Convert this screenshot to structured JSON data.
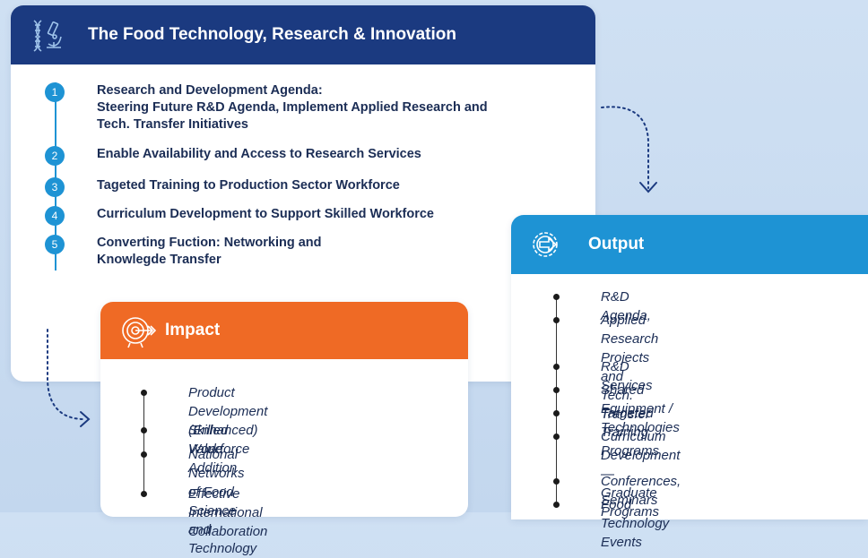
{
  "main": {
    "title": "The Food Technology, Research & Innovation",
    "icon": "dna-microscope-icon",
    "steps": [
      {
        "num": "1",
        "text": "Research and Development Agenda:\nSteering Future R&D Agenda, Implement Applied Research and\nTech. Transfer Initiatives"
      },
      {
        "num": "2",
        "text": "Enable Availability and Access to Research Services"
      },
      {
        "num": "3",
        "text": "Tageted Training to Production Sector Workforce"
      },
      {
        "num": "4",
        "text": "Curriculum Development to Support Skilled  Workforce"
      },
      {
        "num": "5",
        "text": "Converting Fuction: Networking and\nKnowlegde Transfer"
      }
    ]
  },
  "output": {
    "title": "Output",
    "icon": "gear-arrow-icon",
    "items": [
      "R&D Agenda,",
      "Applied Research Projects\nand Tech. Transfer",
      "R&D Services",
      "Shared Equipment / Technologies",
      "Targeted Training Programs",
      "Curriculum Development —\nGraduate Programs",
      "Conferences, Seminars",
      "Food Technology Events"
    ]
  },
  "impact": {
    "title": "Impact",
    "icon": "target-icon",
    "items": [
      "Product Development\n(Enhanced) Value Addition",
      "Skilled Workforce",
      "National Networks of Food Science\nand Technology",
      "Effective International Collaboration"
    ]
  },
  "colors": {
    "navy": "#1b3a80",
    "blue": "#1e93d4",
    "orange": "#ef6a25",
    "text": "#1b2d55"
  }
}
